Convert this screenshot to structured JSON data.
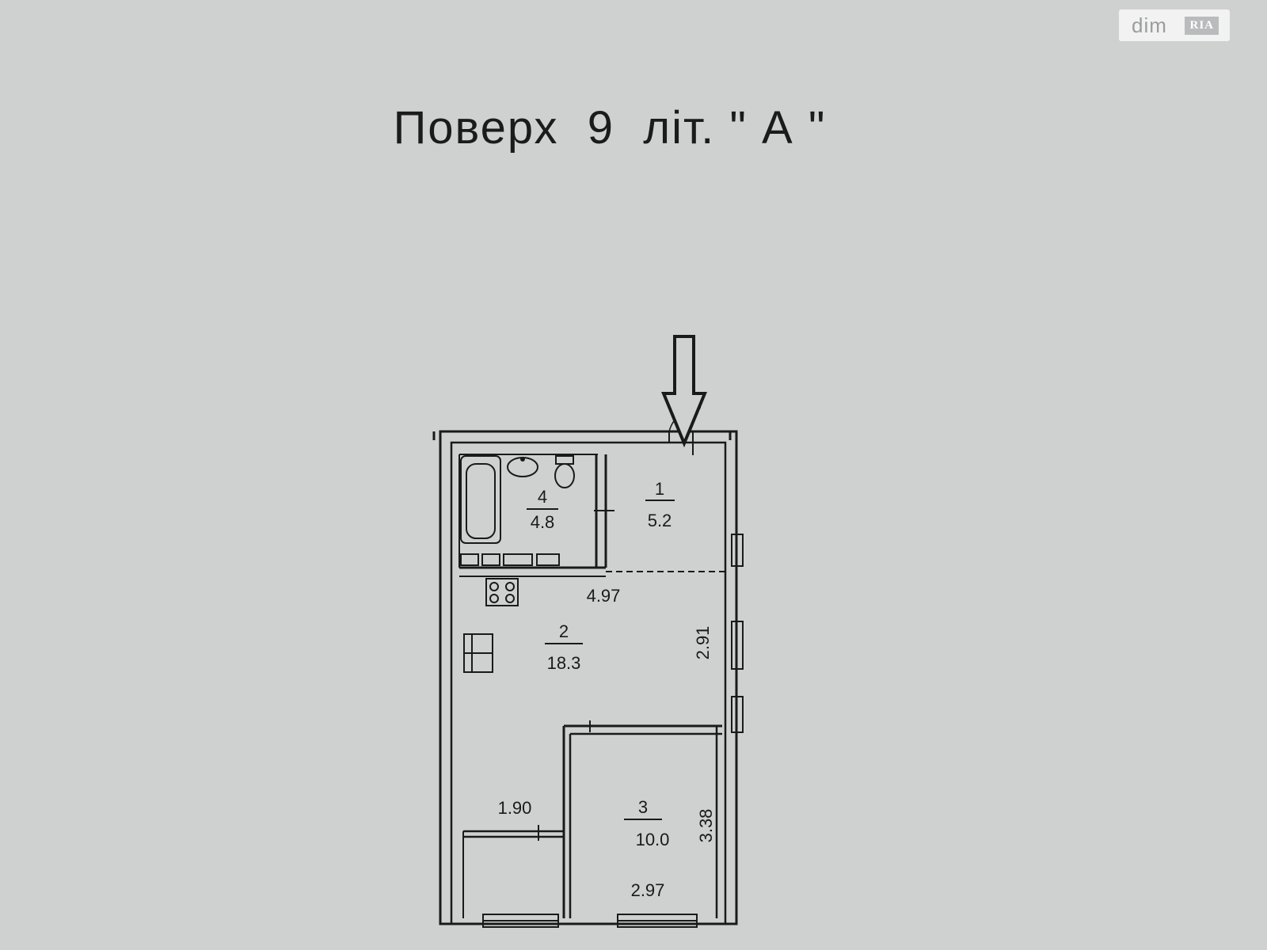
{
  "watermark": {
    "text": "dim",
    "badge": "RIA"
  },
  "title": "Поверх  9  літ. \" А \"",
  "rooms": [
    {
      "number": "1",
      "area": "5.2"
    },
    {
      "number": "2",
      "area": "18.3"
    },
    {
      "number": "3",
      "area": "10.0"
    },
    {
      "number": "4",
      "area": "4.8"
    }
  ],
  "dimensions": {
    "hall_width": "4.97",
    "living_depth": "2.91",
    "corridor_width": "1.90",
    "bedroom_depth": "3.38",
    "bedroom_width": "2.97"
  }
}
